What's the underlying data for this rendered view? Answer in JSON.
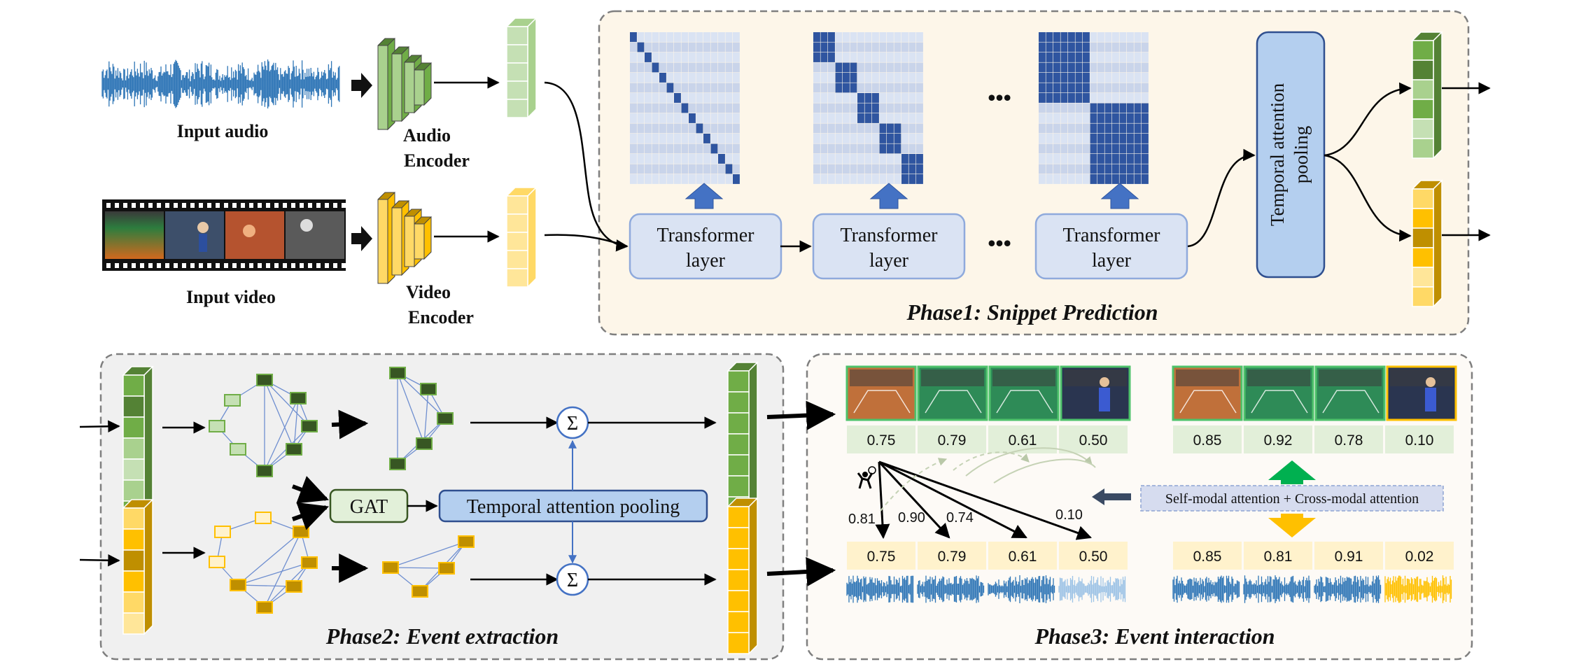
{
  "labels": {
    "input_audio": "Input audio",
    "input_video": "Input video",
    "audio_encoder": [
      "Audio",
      "Encoder"
    ],
    "video_encoder": [
      "Video",
      "Encoder"
    ],
    "transformer": [
      "Transformer",
      "layer"
    ],
    "ellipsis": "•••",
    "tap_vertical": [
      "Temporal attention",
      "pooling"
    ],
    "gat": "GAT",
    "tap_horizontal": "Temporal attention pooling",
    "sum": "Σ",
    "attention_box": "Self-modal attention + Cross-modal attention",
    "phase1": "Phase1: Snippet Prediction",
    "phase2": "Phase2: Event extraction",
    "phase3": "Phase3: Event interaction"
  },
  "phase3": {
    "left_video_scores": [
      "0.75",
      "0.79",
      "0.61",
      "0.50"
    ],
    "left_audio_scores": [
      "0.75",
      "0.79",
      "0.61",
      "0.50"
    ],
    "right_video_scores": [
      "0.85",
      "0.92",
      "0.78",
      "0.10"
    ],
    "right_audio_scores": [
      "0.85",
      "0.81",
      "0.91",
      "0.02"
    ],
    "attention_weights": [
      "0.81",
      "0.90",
      "0.74",
      "0.10"
    ]
  },
  "colors": {
    "audio_blue": "#2e75b6",
    "green": "#70ad47",
    "green_dark": "#375623",
    "yellow": "#ffc000",
    "yellow_dark": "#bf8f00",
    "matrix_blue": "#2f55a0",
    "matrix_light": "#dae3f3",
    "box_fill": "#dae3f3",
    "box_stroke": "#8faadc"
  }
}
